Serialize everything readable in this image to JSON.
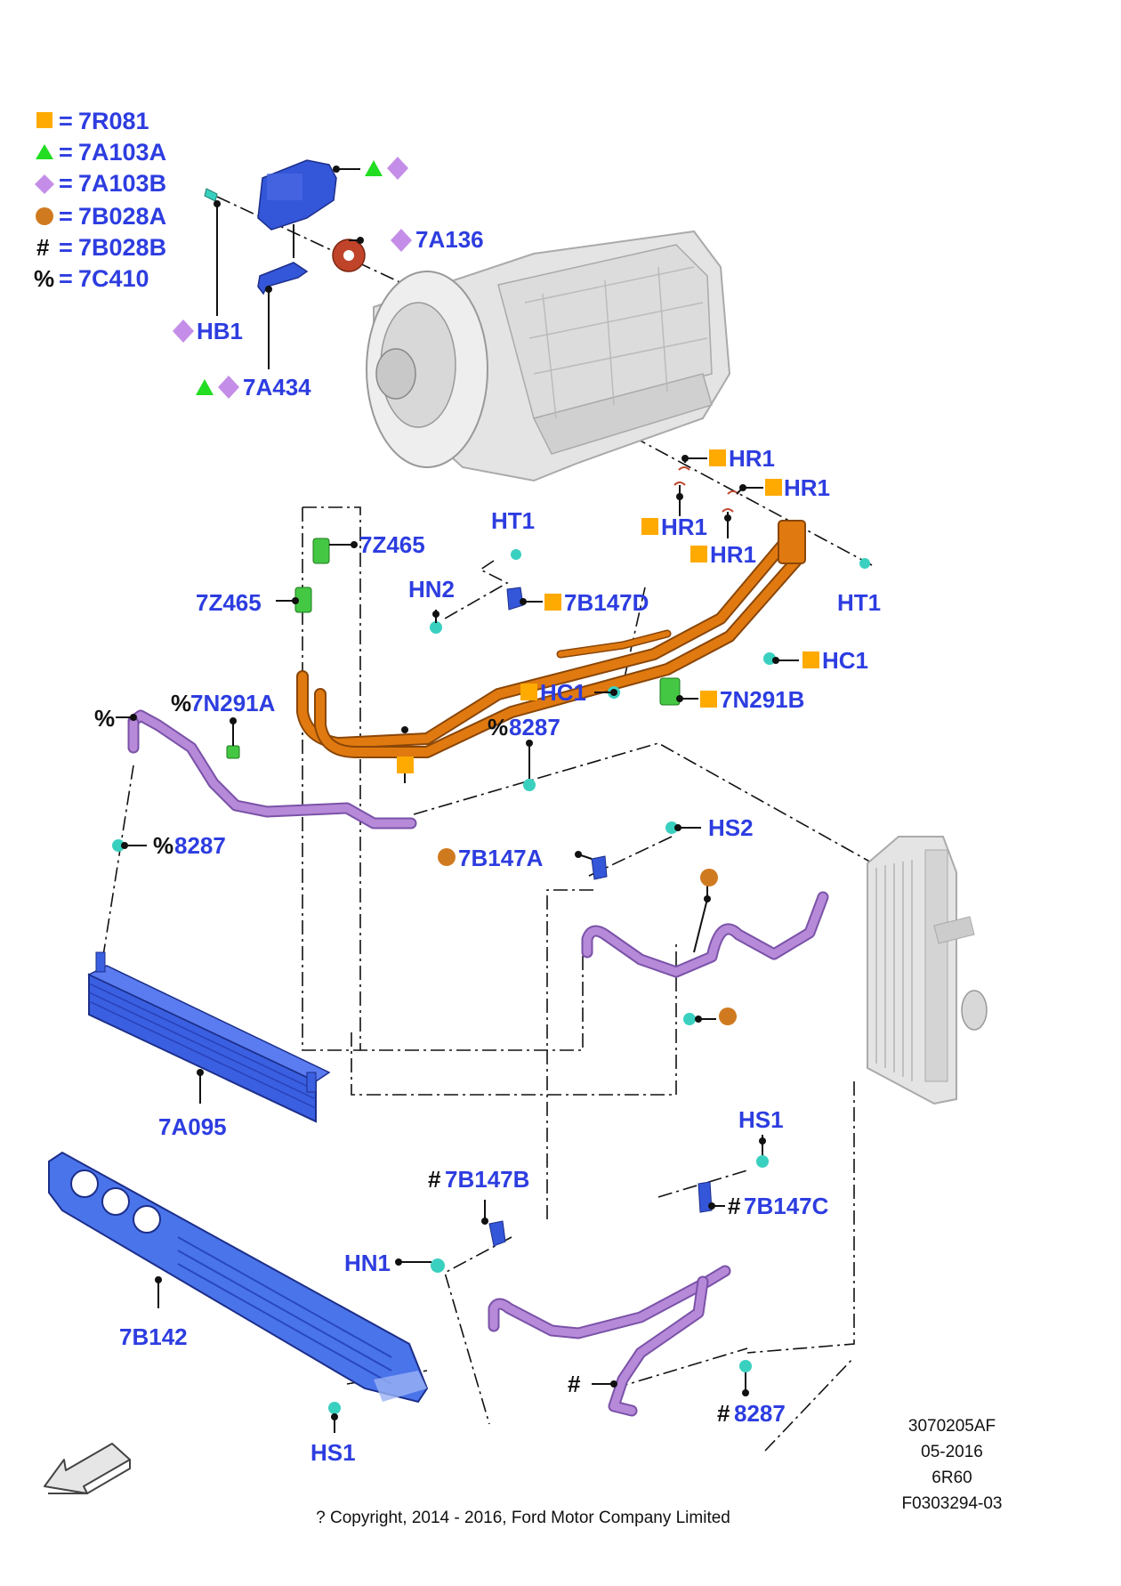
{
  "colors": {
    "callout": "#2d3de0",
    "square": "#ffaa00",
    "triangle": "#22dd22",
    "diamond": "#c48ee8",
    "circle": "#d07a20",
    "orange_pipe": "#e07a10",
    "purple_hose": "#b68ad8",
    "clip_cyan": "#3ad0c0",
    "part_blue": "#3456d8",
    "part_green": "#44c844",
    "gasket_red": "#c0442a",
    "housing_gray": "#d8d8d8"
  },
  "legend": [
    {
      "symbol": "square-icon",
      "eq": "=",
      "code": "7R081"
    },
    {
      "symbol": "triangle-icon",
      "eq": "=",
      "code": "7A103A"
    },
    {
      "symbol": "diamond-icon",
      "eq": "=",
      "code": "7A103B"
    },
    {
      "symbol": "circle-icon",
      "eq": "=",
      "code": "7B028A"
    },
    {
      "symbol": "#",
      "eq": "=",
      "code": "7B028B"
    },
    {
      "symbol": "%",
      "eq": "=",
      "code": "7C410"
    }
  ],
  "callouts": {
    "c_7a136": "7A136",
    "c_hb1": "HB1",
    "c_7a434": "7A434",
    "c_hr1_a": "HR1",
    "c_hr1_b": "HR1",
    "c_hr1_c": "HR1",
    "c_hr1_d": "HR1",
    "c_ht1_a": "HT1",
    "c_ht1_b": "HT1",
    "c_7z465_a": "7Z465",
    "c_7z465_b": "7Z465",
    "c_hn2": "HN2",
    "c_7b147d": "7B147D",
    "c_hc1_a": "HC1",
    "c_hc1_b": "HC1",
    "c_7n291b": "7N291B",
    "c_7n291a": "7N291A",
    "c_8287_a": "8287",
    "c_8287_b": "8287",
    "c_hs2": "HS2",
    "c_7b147a": "7B147A",
    "c_7a095": "7A095",
    "c_hs1_a": "HS1",
    "c_7b147b": "7B147B",
    "c_7b147c": "7B147C",
    "c_hn1": "HN1",
    "c_7b142": "7B142",
    "c_8287_c": "8287",
    "c_hs1_b": "HS1"
  },
  "symbols": {
    "percent": "%",
    "hash": "#"
  },
  "info_block": {
    "line1": "3070205AF",
    "line2": "05-2016",
    "line3": "6R60",
    "line4": "F0303294-03"
  },
  "copyright": "? Copyright, 2014 - 2016, Ford Motor Company Limited"
}
